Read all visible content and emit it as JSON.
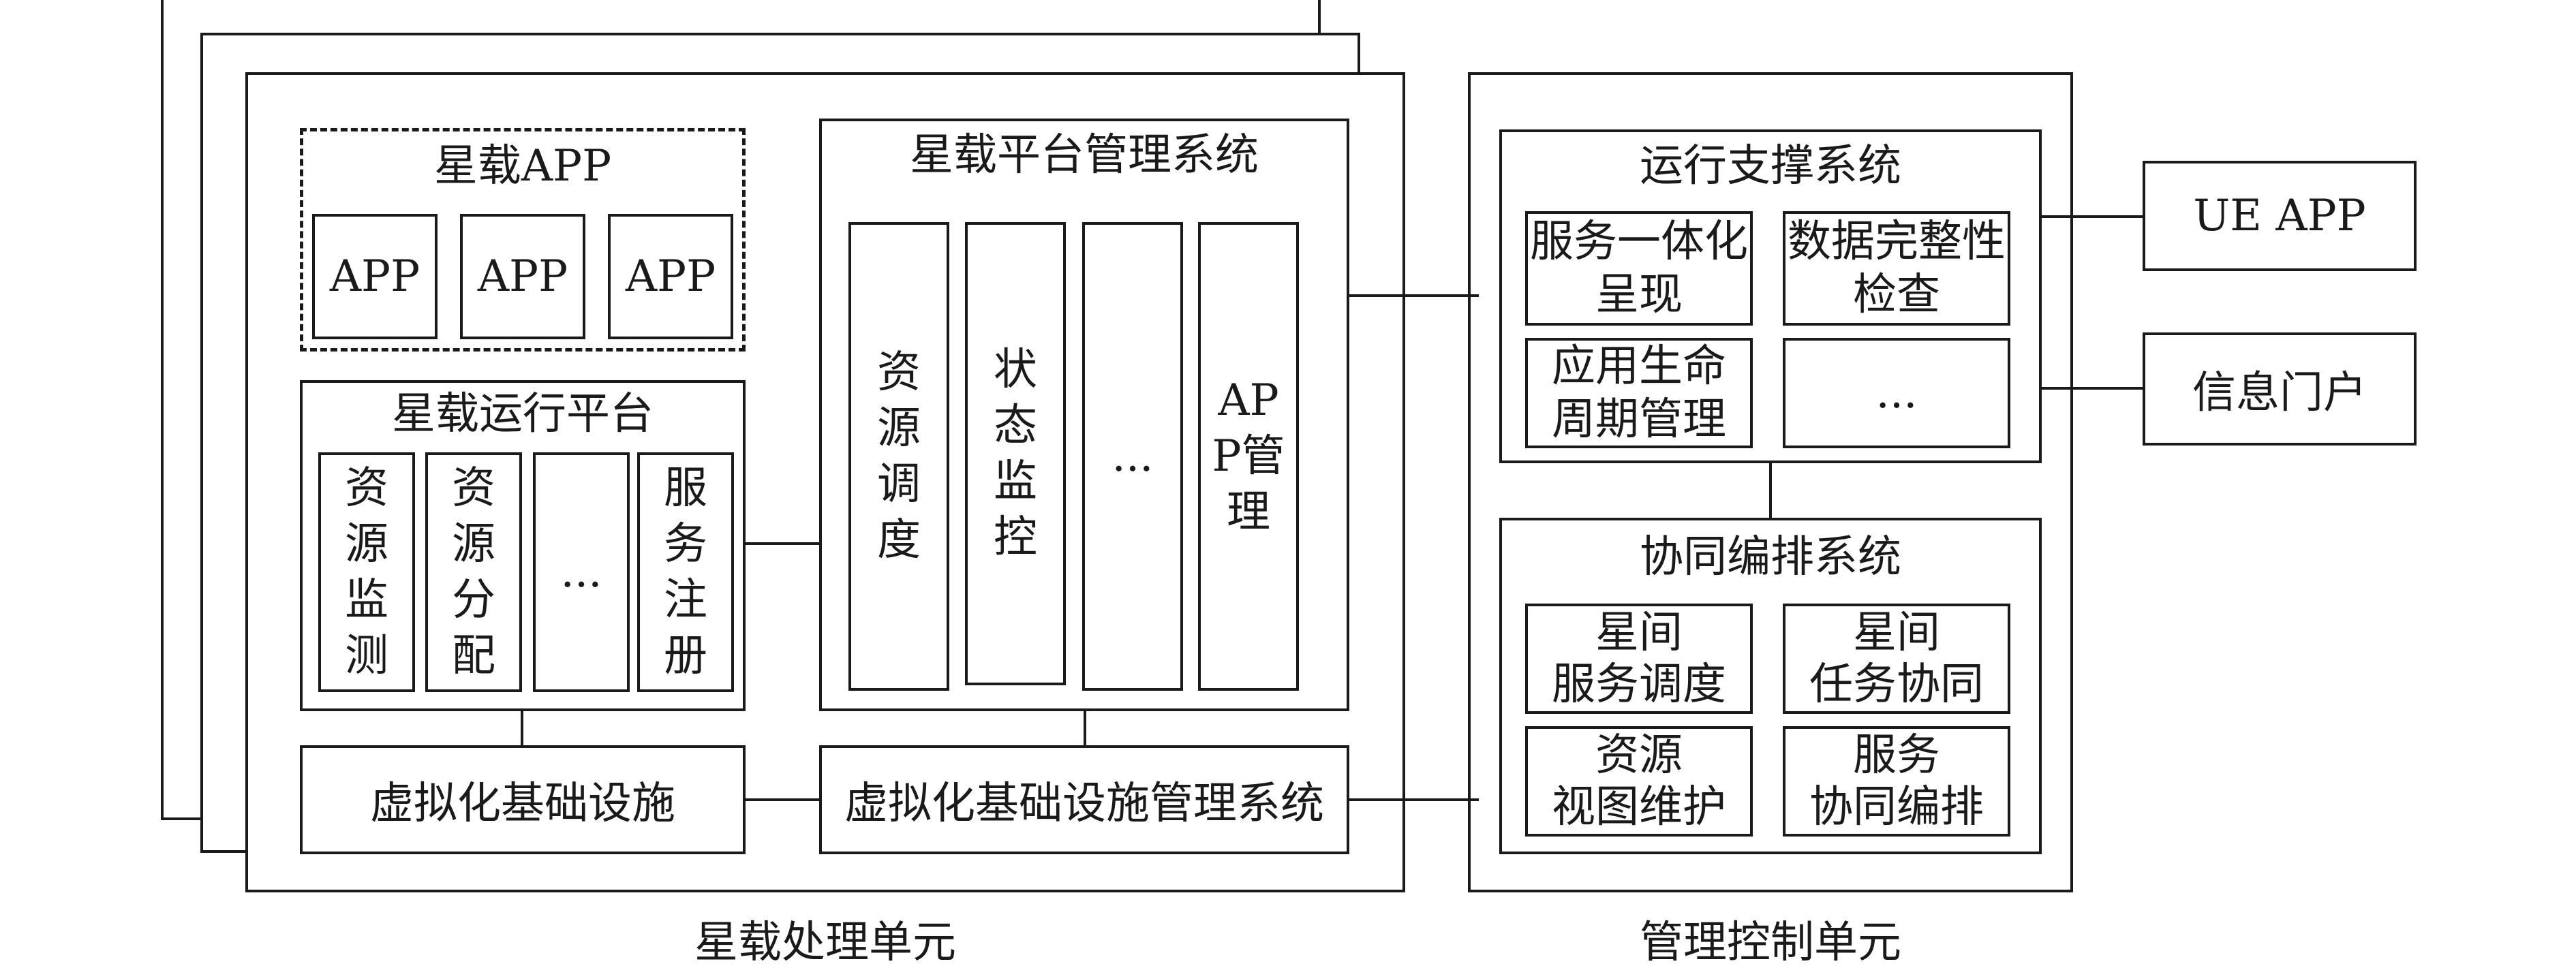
{
  "satellite_unit": {
    "caption": "星载处理单元",
    "app_group": {
      "title": "星载APP",
      "apps": [
        "APP",
        "APP",
        "APP"
      ]
    },
    "runtime_platform": {
      "title": "星载运行平台",
      "modules": [
        "资源监测",
        "资源分配",
        "...",
        "服务注册"
      ]
    },
    "platform_mgmt": {
      "title": "星载平台管理系统",
      "modules": [
        "资源调度",
        "状态监控",
        "...",
        "APP管理"
      ]
    },
    "virt_infra": "虚拟化基础设施",
    "virt_infra_mgmt": "虚拟化基础设施管理系统"
  },
  "mgmt_unit": {
    "caption": "管理控制单元",
    "ops_support": {
      "title": "运行支撑系统",
      "cells": [
        [
          "服务一体化",
          "呈现"
        ],
        [
          "数据完整性",
          "检查"
        ],
        [
          "应用生命",
          "周期管理"
        ],
        [
          "..."
        ]
      ]
    },
    "orchestration": {
      "title": "协同编排系统",
      "cells": [
        [
          "星间",
          "服务调度"
        ],
        [
          "星间",
          "任务协同"
        ],
        [
          "资源",
          "视图维护"
        ],
        [
          "服务",
          "协同编排"
        ]
      ]
    }
  },
  "external": {
    "ue_app": "UE APP",
    "info_portal": "信息门户"
  }
}
